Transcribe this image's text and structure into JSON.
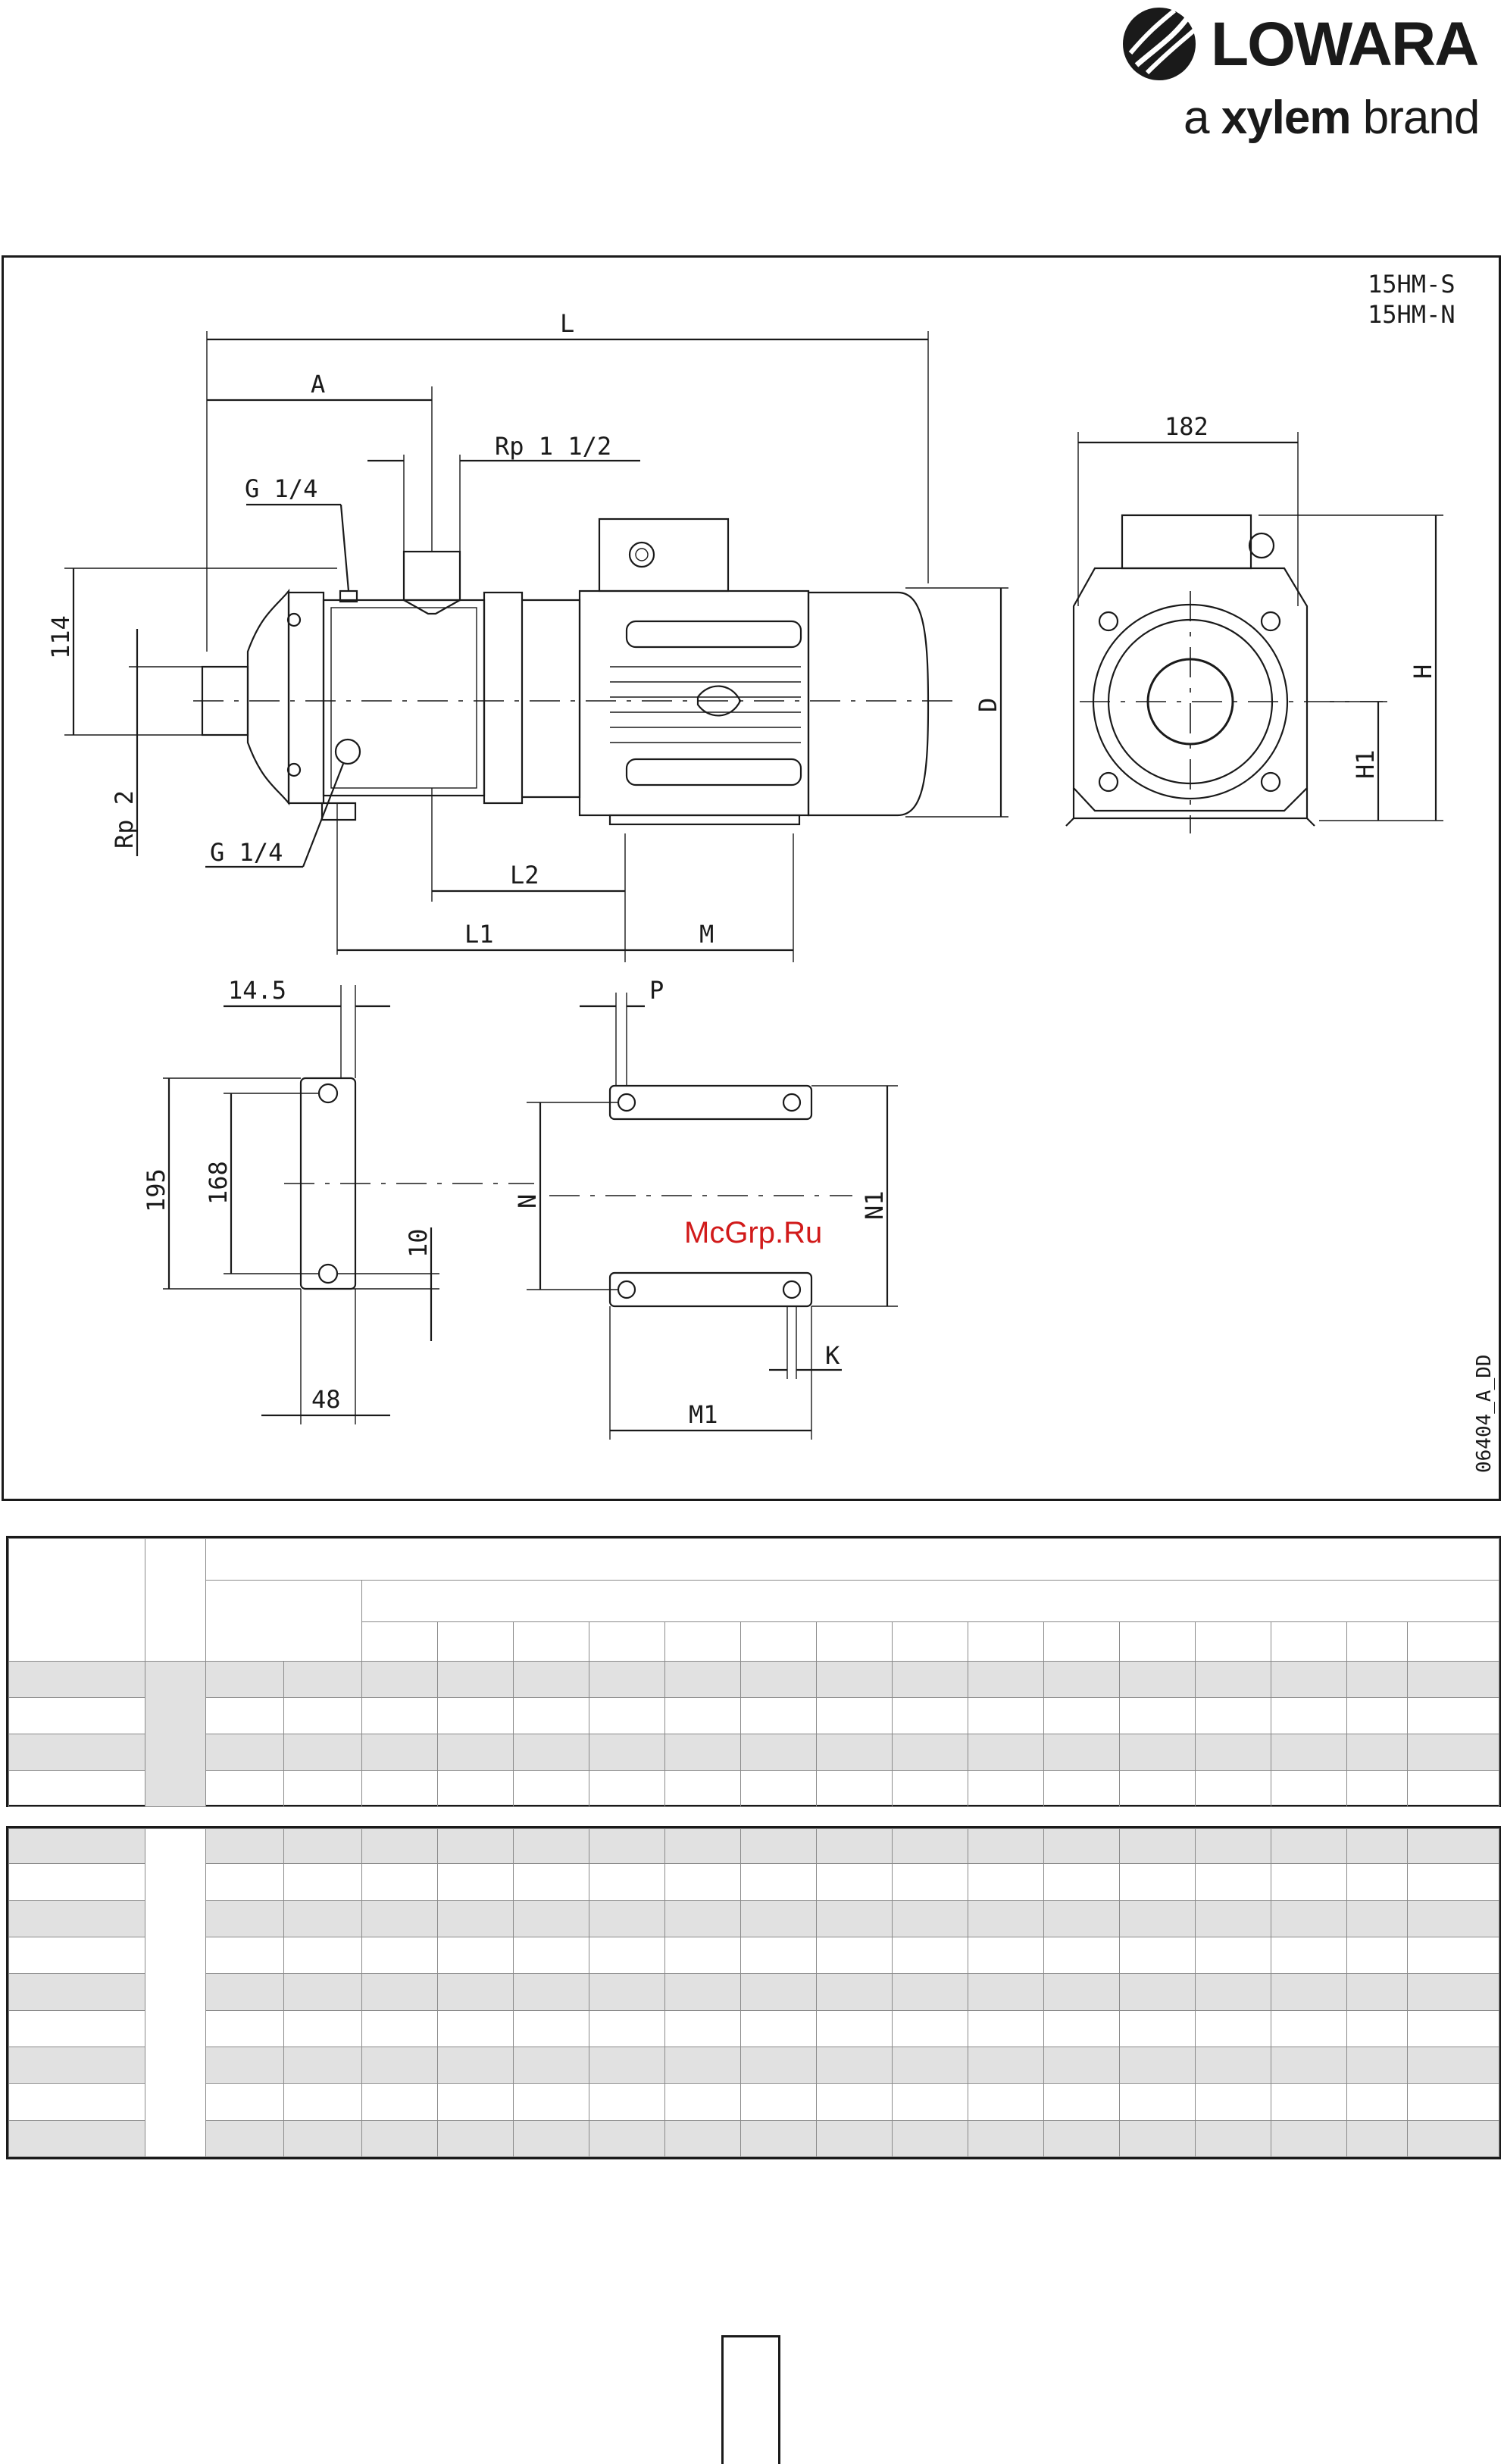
{
  "header": {
    "logo_word": "LOWARA",
    "tagline_prefix": "a",
    "tagline_brand": "xylem",
    "tagline_suffix": "brand"
  },
  "drawing": {
    "models": [
      "15HM-S",
      "15HM-N"
    ],
    "code": "06404_A_DD",
    "watermark": "McGrp.Ru",
    "labels": {
      "L": "L",
      "A": "A",
      "rp_outlet": "Rp 1 1/2",
      "g_top": "G 1/4",
      "g_bottom": "G 1/4",
      "dim_114": "114",
      "rp_inlet": "Rp 2",
      "L1": "L1",
      "L2": "L2",
      "M": "M",
      "D": "D",
      "dim_182": "182",
      "H": "H",
      "H1": "H1",
      "dim_14_5": "14.5",
      "P": "P",
      "dim_195": "195",
      "dim_168": "168",
      "dim_10": "10",
      "dim_48": "48",
      "N": "N",
      "N1": "N1",
      "K": "K",
      "M1": "M1"
    }
  }
}
